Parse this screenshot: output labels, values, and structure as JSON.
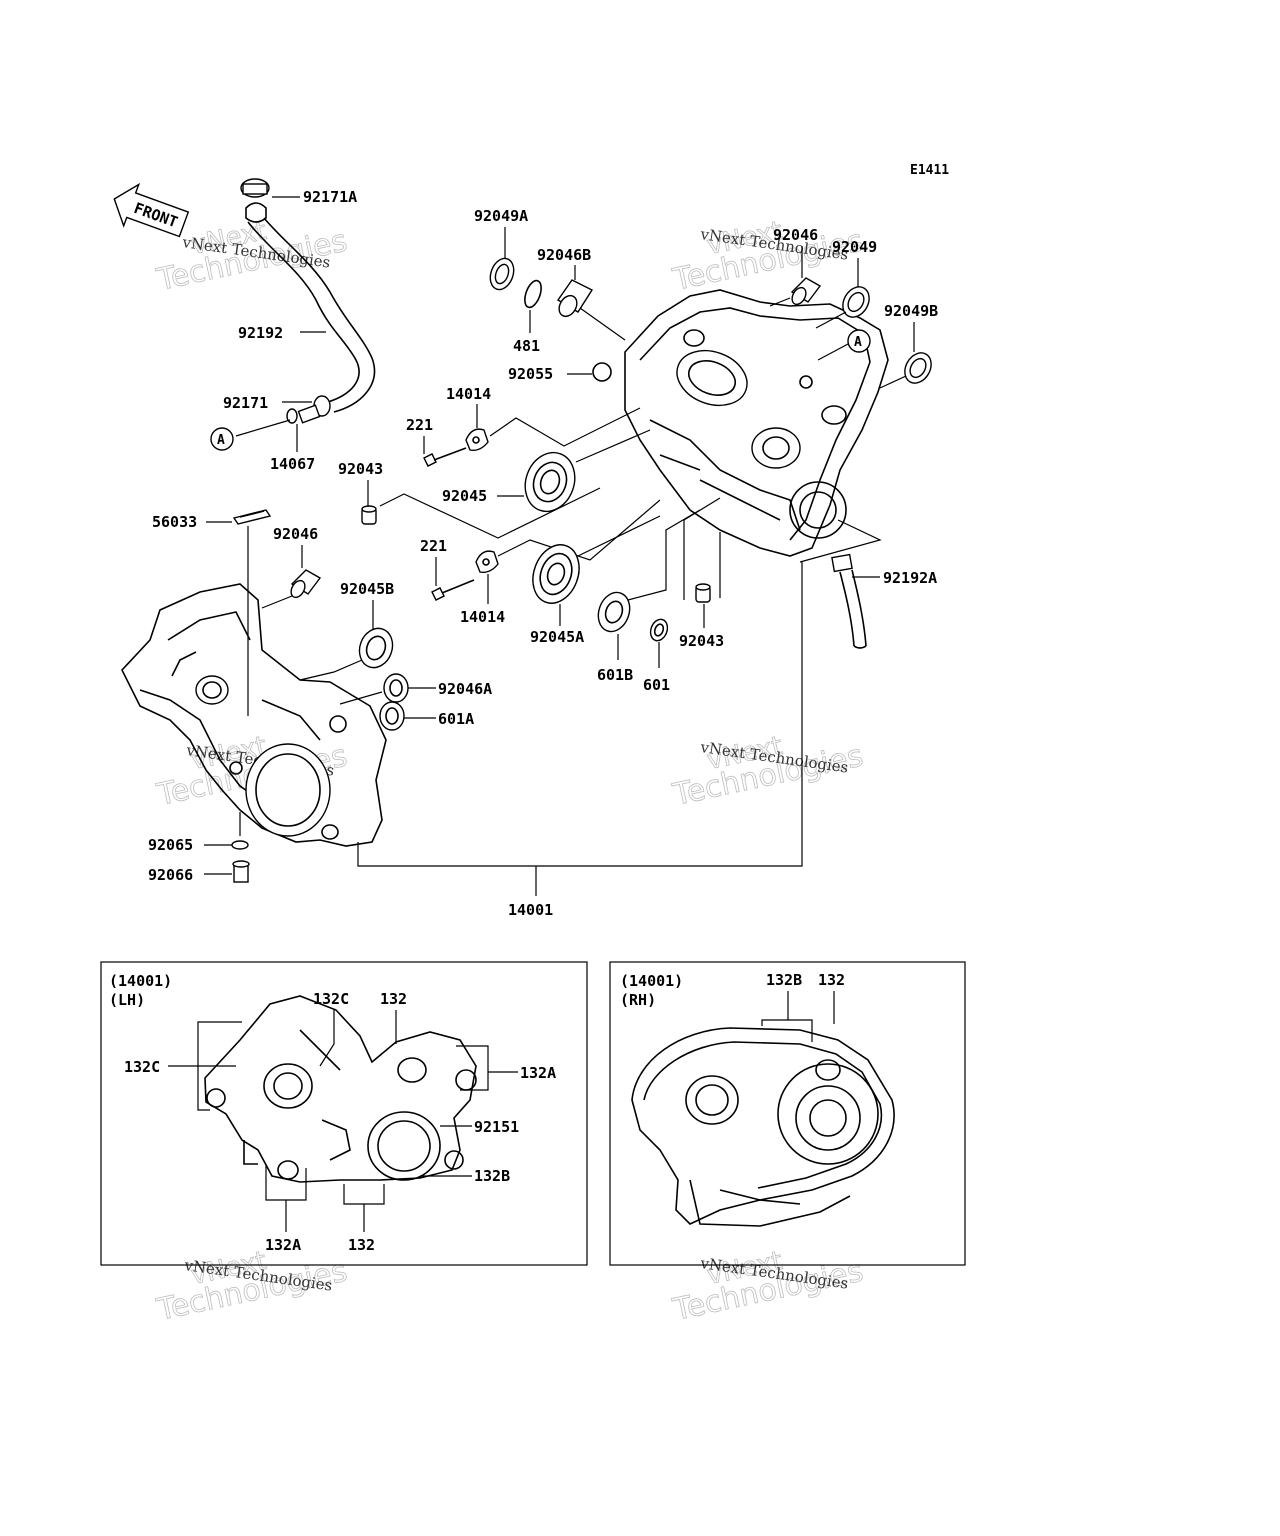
{
  "diagram_code": "E1411",
  "front_label": "FRONT",
  "marker_a": "A",
  "watermark": {
    "brand": "vNext",
    "word": "Technologies",
    "small": "vNext Technologies"
  },
  "callouts": {
    "p92171A": "92171A",
    "p92192": "92192",
    "p92171": "92171",
    "p14067": "14067",
    "p92049A": "92049A",
    "p92046B": "92046B",
    "p481": "481",
    "p92055": "92055",
    "p14014a": "14014",
    "p221a": "221",
    "p92043a": "92043",
    "p92045": "92045",
    "p56033": "56033",
    "p92046a": "92046",
    "p221b": "221",
    "p92045B": "92045B",
    "p14014b": "14014",
    "p92045A": "92045A",
    "p601B": "601B",
    "p601": "601",
    "p92043b": "92043",
    "p92046A": "92046A",
    "p601A": "601A",
    "p92065": "92065",
    "p92066": "92066",
    "p14001": "14001",
    "p92046b": "92046",
    "p92049": "92049",
    "p92049B": "92049B",
    "p92192A": "92192A"
  },
  "lh_box": {
    "ref": "(14001)",
    "side": "(LH)",
    "p132C_top": "132C",
    "p132_top": "132",
    "p132C_left": "132C",
    "p132A_right": "132A",
    "p92151": "92151",
    "p132B": "132B",
    "p132A_bottom": "132A",
    "p132_bottom": "132"
  },
  "rh_box": {
    "ref": "(14001)",
    "side": "(RH)",
    "p132B": "132B",
    "p132": "132"
  }
}
